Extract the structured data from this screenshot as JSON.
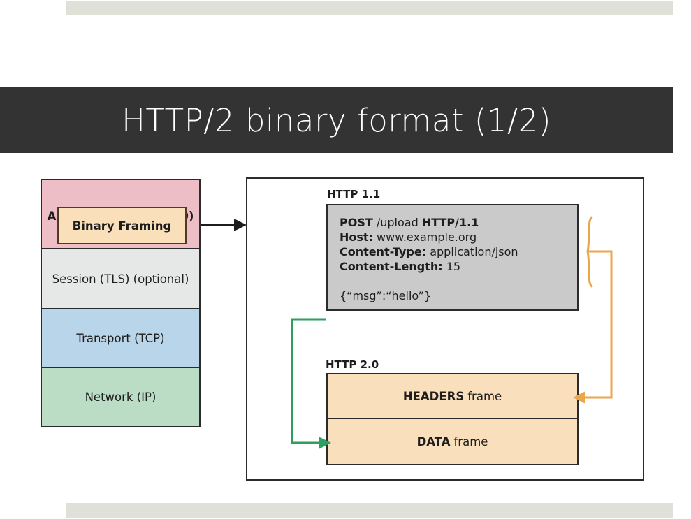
{
  "slide": {
    "title": "HTTP/2 binary format (1/2)",
    "background": "#ffffff",
    "title_bar_color": "#333333",
    "band_color": "#dfe0d8"
  },
  "stack": {
    "name": "protocol-stack",
    "layers": [
      {
        "label": "Application (HTTP 2.0)",
        "color": "#edbec5"
      },
      {
        "label": "Binary Framing",
        "color": "#f9e0bb"
      },
      {
        "label": "Session (TLS) (optional)",
        "color": "#e6e7e7"
      },
      {
        "label": "Transport (TCP)",
        "color": "#b9d5ea"
      },
      {
        "label": "Network (IP)",
        "color": "#bbdcc5"
      }
    ]
  },
  "panel": {
    "http11": {
      "label": "HTTP 1.1",
      "box_color": "#cacaca",
      "request_lines": [
        {
          "key": "POST",
          "value": " /upload ",
          "key2": "HTTP/1.1"
        },
        {
          "key": "Host:",
          "value": " www.example.org"
        },
        {
          "key": "Content-Type:",
          "value": " application/json"
        },
        {
          "key": "Content-Length:",
          "value": " 15"
        }
      ],
      "body": "{“msg”:“hello”}"
    },
    "http20": {
      "label": "HTTP 2.0",
      "box_color": "#fadfbc",
      "frames": [
        {
          "name": "HEADERS",
          "suffix": "frame"
        },
        {
          "name": "DATA",
          "suffix": "frame"
        }
      ]
    }
  },
  "connectors": {
    "stack_to_panel": {
      "name": "black-arrow",
      "color": "#1d1d1d"
    },
    "headers_brace": {
      "name": "orange-brace-arrow",
      "color": "#eda54a"
    },
    "body_to_data": {
      "name": "green-arrow",
      "color": "#2e9e62"
    }
  }
}
